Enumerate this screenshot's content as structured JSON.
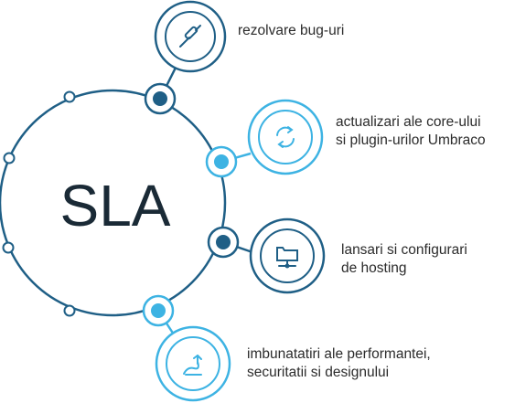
{
  "center": {
    "label": "SLA"
  },
  "colors": {
    "dark": "#1f5f86",
    "light": "#3db3e3"
  },
  "items": [
    {
      "icon": "screwdriver-icon",
      "tone": "dark",
      "lines": [
        "rezolvare bug-uri"
      ]
    },
    {
      "icon": "refresh-icon",
      "tone": "light",
      "lines": [
        "actualizari ale core-ului",
        "si plugin-urilor Umbraco"
      ]
    },
    {
      "icon": "folder-network-icon",
      "tone": "dark",
      "lines": [
        "lansari si configurari",
        "de hosting"
      ]
    },
    {
      "icon": "growth-arrow-icon",
      "tone": "light",
      "lines": [
        "imbunatatiri ale performantei,",
        "securitatii si designului"
      ]
    }
  ]
}
